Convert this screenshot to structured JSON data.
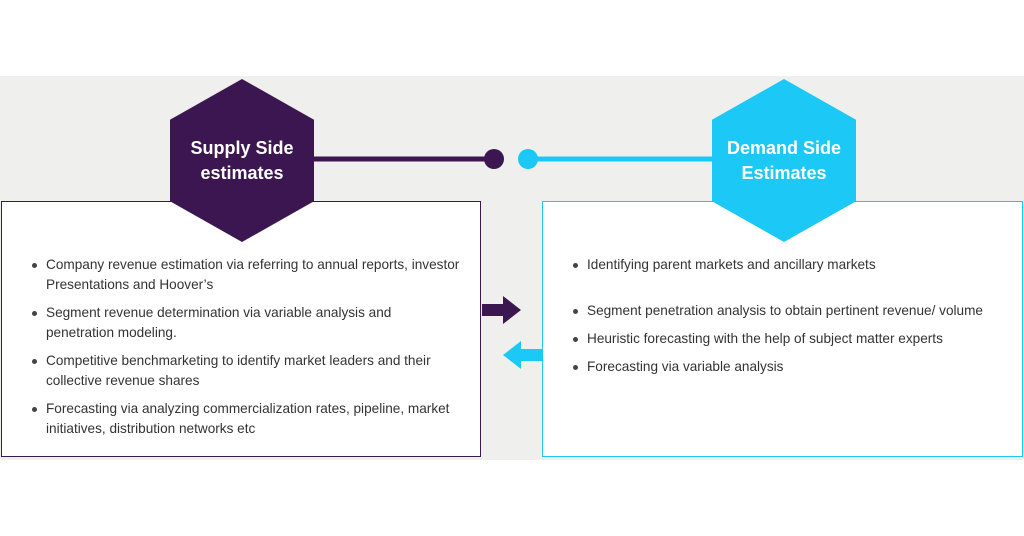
{
  "supply": {
    "title": "Supply Side estimates",
    "items": [
      "Company revenue estimation via referring to annual reports, investor Presentations and Hoover’s",
      "Segment revenue determination via variable analysis and penetration modeling.",
      "Competitive benchmarketing to identify market leaders and their collective revenue shares",
      "Forecasting via analyzing commercialization rates, pipeline, market initiatives, distribution networks etc"
    ]
  },
  "demand": {
    "title": "Demand Side Estimates",
    "items": [
      "Identifying parent markets and ancillary markets",
      "Segment penetration analysis to obtain pertinent revenue/ volume",
      "Heuristic forecasting with the help of subject matter experts",
      "Forecasting via variable analysis"
    ]
  },
  "colors": {
    "supply": "#3b1650",
    "demand": "#1cc8f5",
    "band": "#efefed"
  }
}
